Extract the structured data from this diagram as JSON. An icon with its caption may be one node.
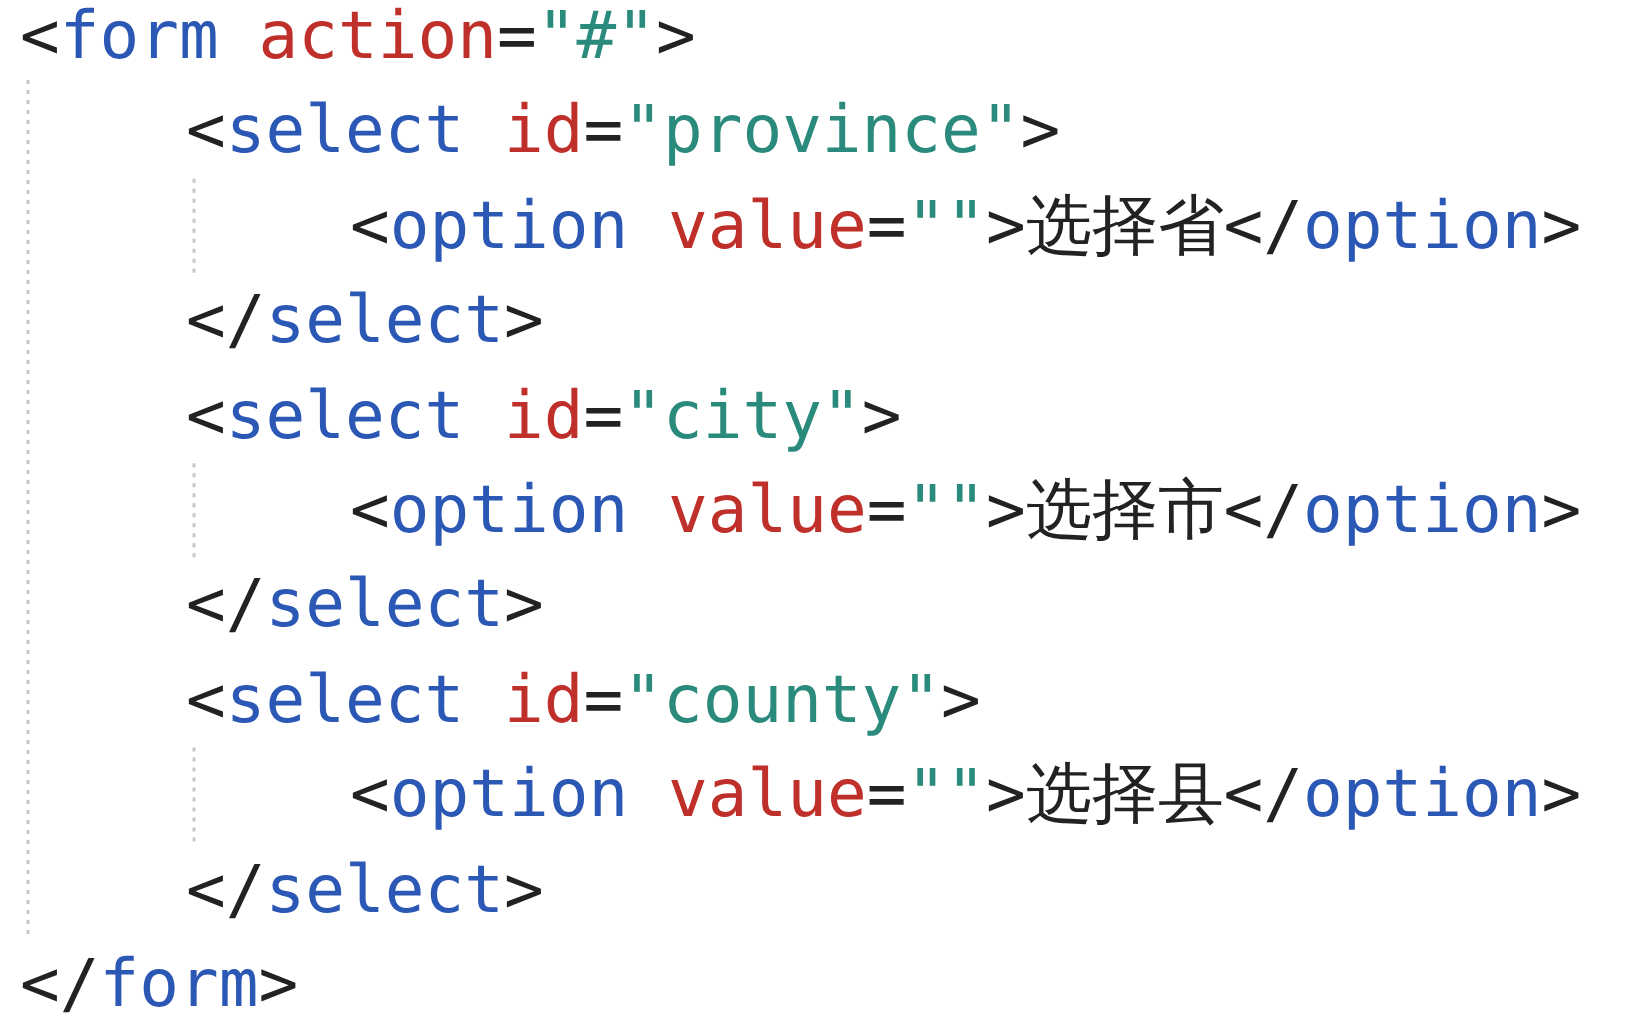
{
  "diagram": {
    "labels": [
      "<form action=\"#\">",
      "<select id=\"province\">",
      "<option value=\"\">选择省</option>",
      "</select>",
      "<select id=\"city\">",
      "<option value=\"\">选择市</option>",
      "</select>",
      "<select id=\"county\">",
      "<option value=\"\">选择县</option>",
      "</select>",
      "</form>"
    ]
  }
}
